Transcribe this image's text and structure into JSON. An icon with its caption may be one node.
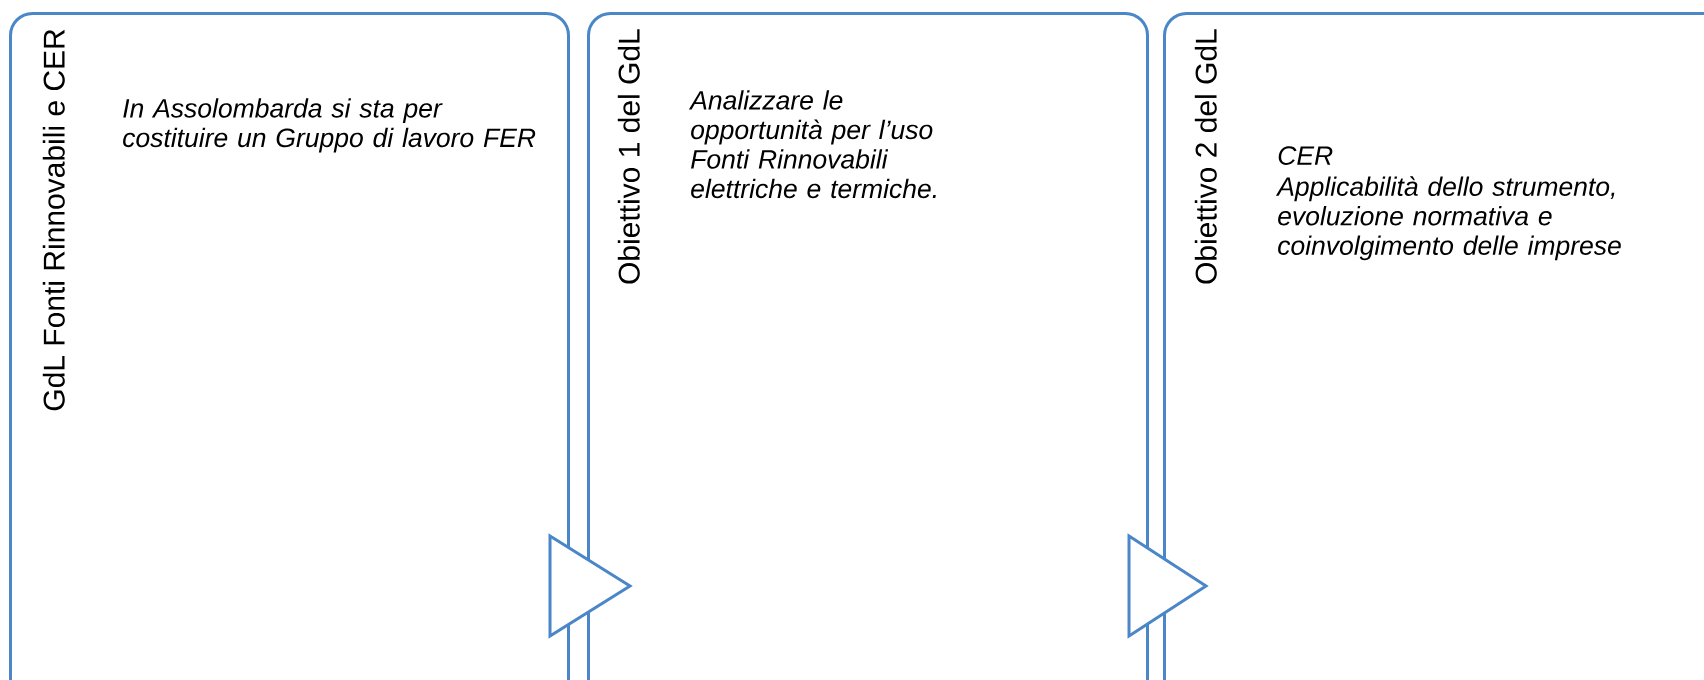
{
  "diagram": {
    "nodes": [
      {
        "text": [
          "GdL Fonti Rinnovabili e CER",
          "In Assolombarda si sta per costituire un Gruppo di lavoro FER"
        ]
      },
      {
        "text": [
          "Obiettivo 1 del GdL",
          "Analizzare le opportunità per l’uso Fonti Rinnovabili elettriche e termiche."
        ]
      },
      {
        "text": [
          "Obiettivo 2 del GdL",
          "CER",
          "Applicabilità dello strumento, evoluzione normativa e coinvolgimento delle imprese"
        ]
      }
    ],
    "edges": [
      {
        "from": 0,
        "to": 1,
        "arrow": "to"
      },
      {
        "from": 1,
        "to": 2,
        "arrow": "to"
      }
    ]
  }
}
